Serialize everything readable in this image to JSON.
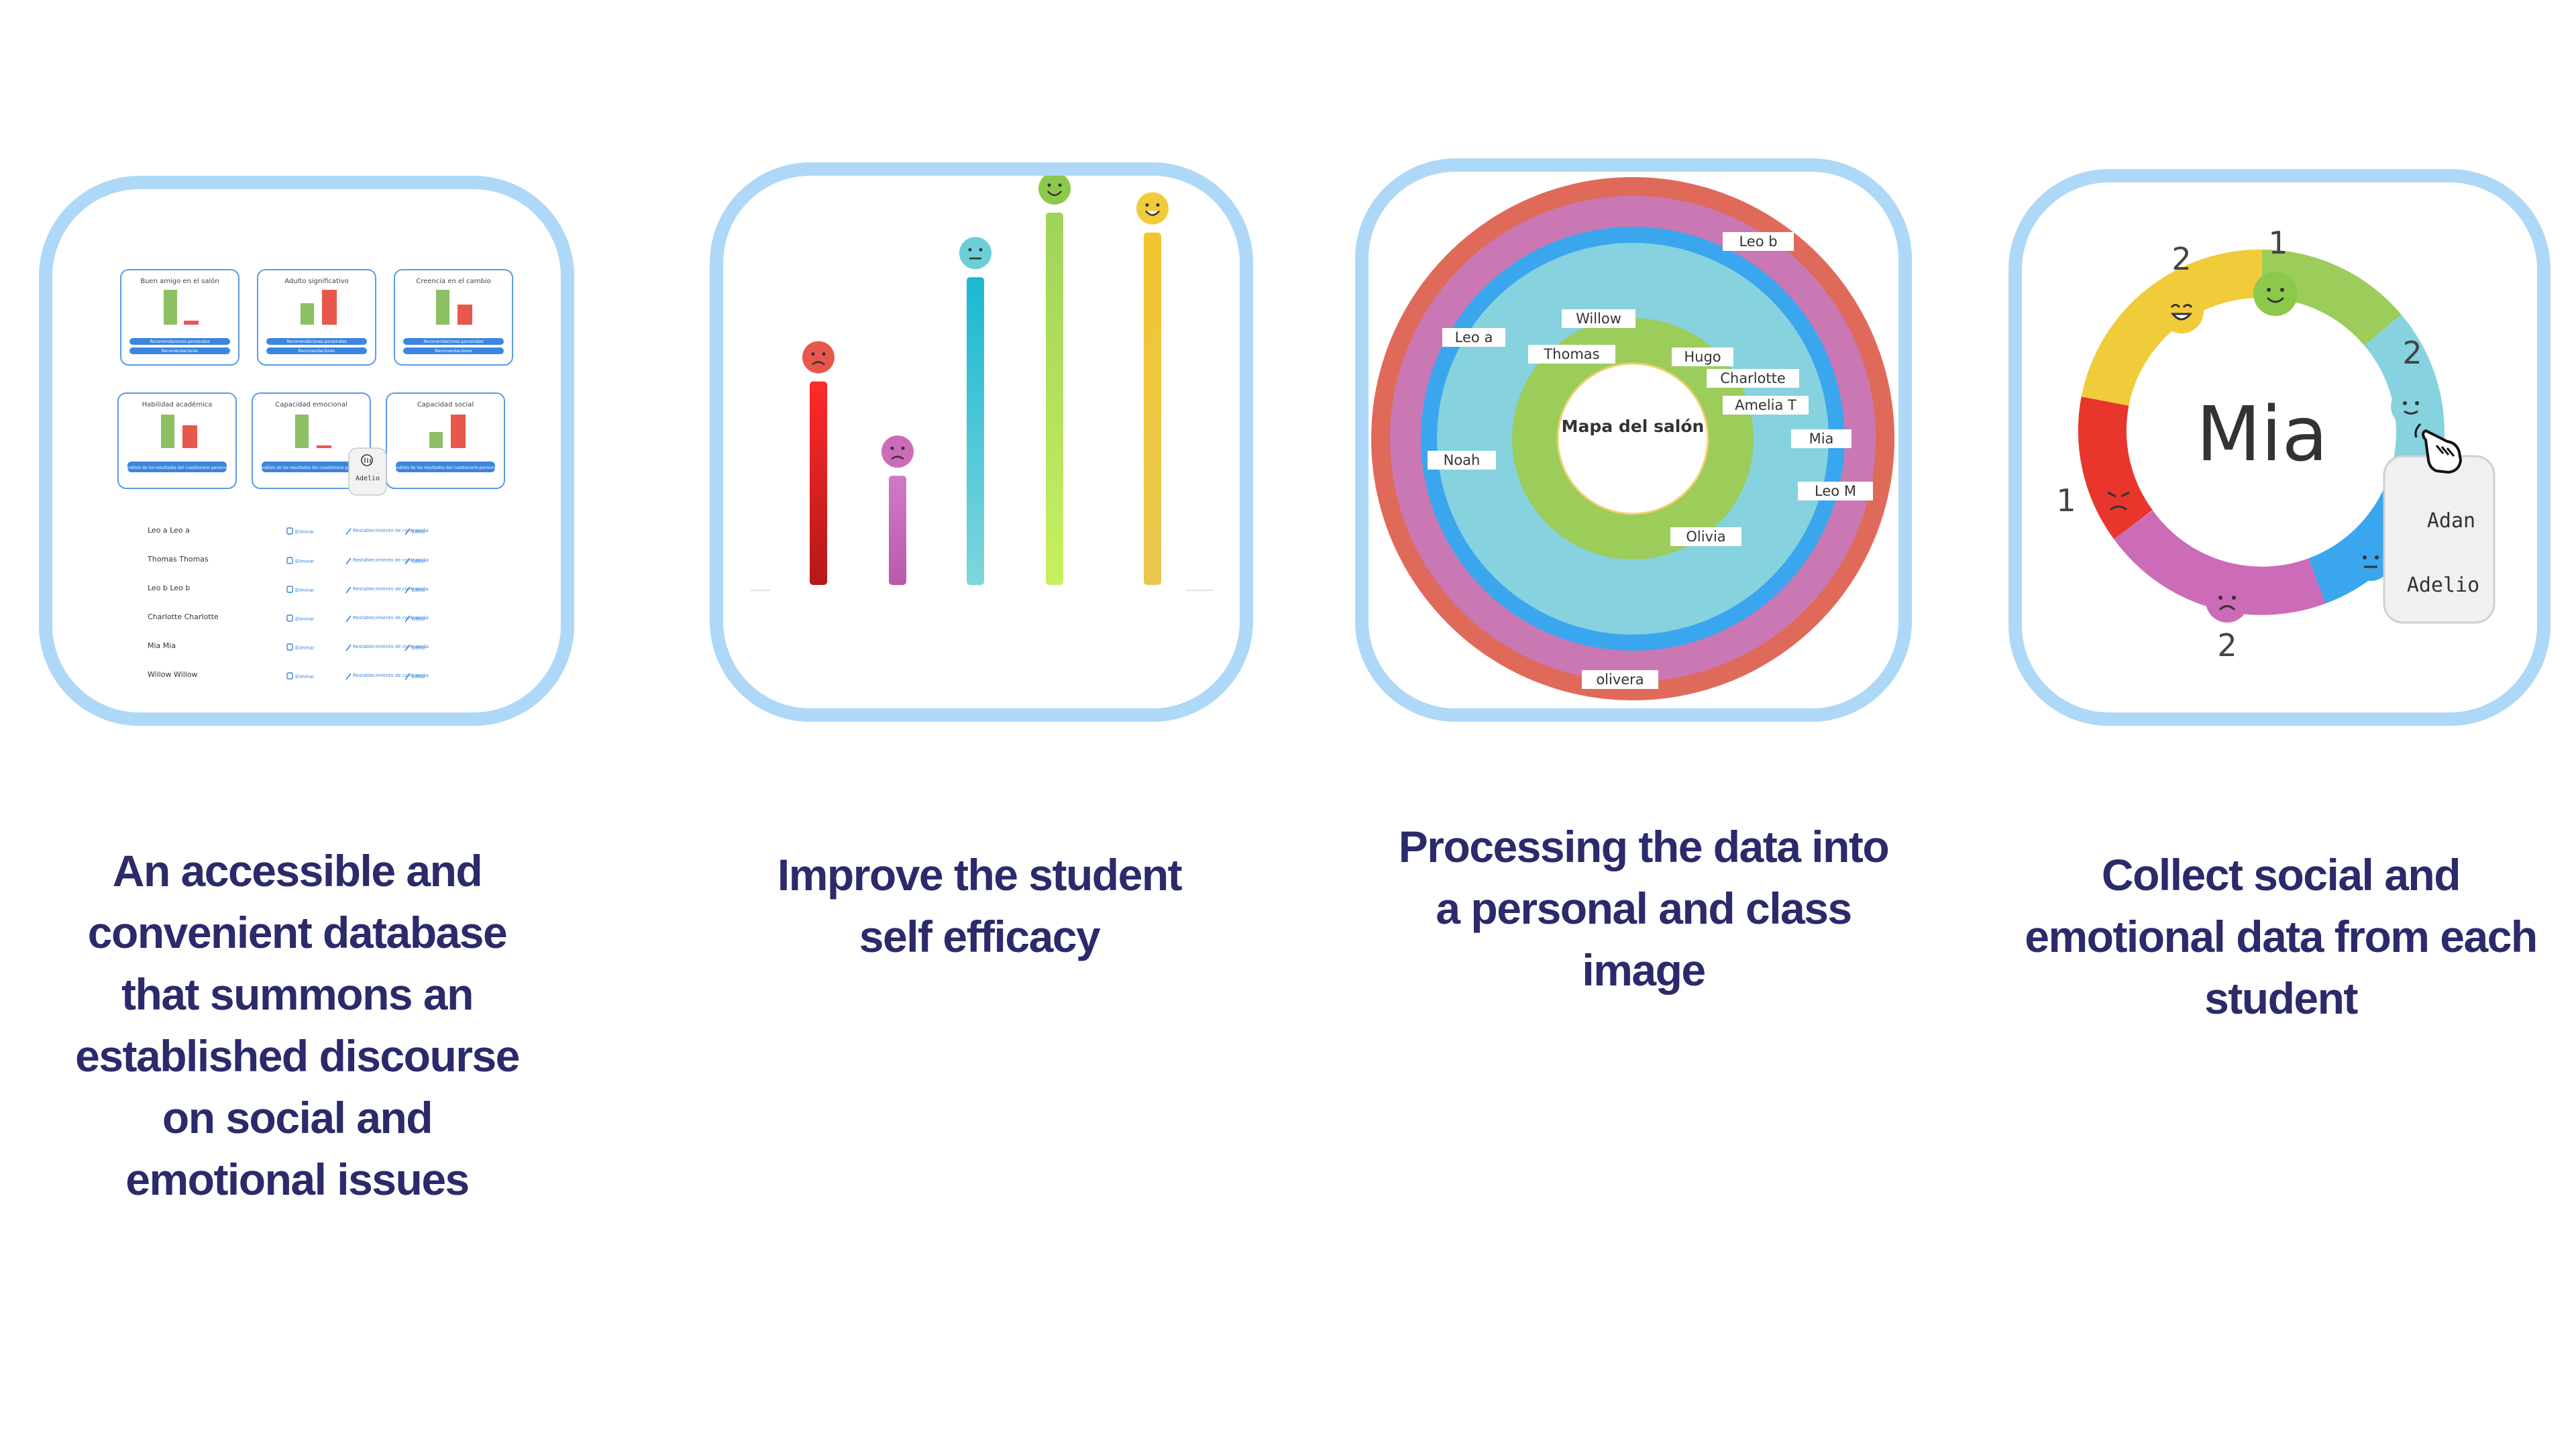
{
  "captions": {
    "c1": "An accessible and convenient database that summons an established discourse on social and emotional issues",
    "c2": "Improve the student self efficacy",
    "c3": "Processing the data into a personal and class image",
    "c4": "Collect social and emotional data from each student"
  },
  "colors": {
    "card_border": "#aed8f7",
    "caption": "#2b2a6b",
    "red": "#e8362c",
    "pink": "#cc6cb8",
    "teal": "#2fc6d4",
    "green": "#9ccc5a",
    "yellow": "#f0cc3a",
    "blue": "#3ba6ec",
    "light_teal": "#86d2df",
    "blue_btn": "#3b86e0"
  },
  "dashboard": {
    "cards": [
      {
        "title": "Buen amigo en el salón",
        "buttons": [
          "Recomendaciones personales",
          "Recomendaciones"
        ]
      },
      {
        "title": "Adulto significativo",
        "buttons": [
          "Recomendaciones personales",
          "Recomendaciones"
        ]
      },
      {
        "title": "Creencia en el cambio",
        "buttons": [
          "Recomendaciones personales",
          "Recomendaciones"
        ]
      },
      {
        "title": "Habilidad académica",
        "buttons": [
          "Análisis de los resultados del cuestionario personal"
        ]
      },
      {
        "title": "Capacidad emocional",
        "buttons": [
          "Análisis de los resultados del cuestionario personal"
        ]
      },
      {
        "title": "Capacidad social",
        "buttons": [
          "Análisis de los resultados del cuestionario personal"
        ]
      }
    ],
    "tooltip": "Adelio",
    "students": [
      "Leo a Leo a",
      "Thomas Thomas",
      "Leo b Leo b",
      "Charlotte Charlotte",
      "Mia Mia",
      "Willow Willow"
    ],
    "actions": {
      "delete": "Eliminar",
      "reset": "Restablecimiento de contraseña",
      "edit": "Editar"
    }
  },
  "efficacy_chart": {
    "bars": [
      {
        "value": 0.41,
        "color": "red",
        "face": "angry"
      },
      {
        "value": 0.22,
        "color": "pink",
        "face": "sad"
      },
      {
        "value": 0.62,
        "color": "teal",
        "face": "neutral"
      },
      {
        "value": 0.75,
        "color": "green",
        "face": "smile"
      },
      {
        "value": 0.71,
        "color": "yellow",
        "face": "grin"
      }
    ]
  },
  "class_map": {
    "center_title": "Mapa del salón",
    "names": [
      "Leo b",
      "Willow",
      "Leo a",
      "Thomas",
      "Hugo",
      "Charlotte",
      "Amelia T",
      "Mia",
      "Noah",
      "Leo M",
      "Olivia",
      "olivera"
    ]
  },
  "personal_wheel": {
    "name": "Mia",
    "segments": [
      {
        "count": "1",
        "color": "green",
        "face": "smile"
      },
      {
        "count": "2",
        "color": "light_teal",
        "face": "smile"
      },
      {
        "count": "",
        "color": "blue",
        "face": "neutral"
      },
      {
        "count": "2",
        "color": "pink",
        "face": "sad"
      },
      {
        "count": "1",
        "color": "red",
        "face": "angry"
      },
      {
        "count": "2",
        "color": "yellow",
        "face": "grin"
      }
    ],
    "popup": [
      "Adan",
      "Adelio"
    ]
  }
}
